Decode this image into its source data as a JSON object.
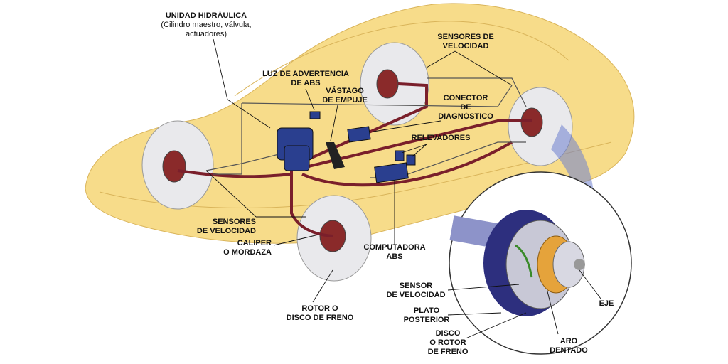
{
  "colors": {
    "body": "#f7dc8a",
    "body_edge": "#d9b45a",
    "brake_line": "#7a1f2b",
    "wire": "#555555",
    "tire": "#e9e9ec",
    "rotor": "#8a2a2a",
    "component": "#2a3f8f",
    "hub": "#3a3f9e",
    "ring": "#e5a33b",
    "label": "#111111"
  },
  "labels": {
    "hydraulic_unit_title": "UNIDAD HIDRÁULICA",
    "hydraulic_unit_detail": "(Cilindro maestro, válvula,\nactuadores)",
    "abs_warning_light": "LUZ DE ADVERTENCIA\nDE ABS",
    "push_rod": "VÁSTAGO\nDE EMPUJE",
    "speed_sensors_rear": "SENSORES DE\nVELOCIDAD",
    "diagnostic_connector": "CONECTOR\nDE\nDIAGNÓSTICO",
    "relays": "RELEVADORES",
    "speed_sensors_front": "SENSORES\nDE VELOCIDAD",
    "caliper": "CALIPER\nO MORDAZA",
    "abs_computer": "COMPUTADORA\nABS",
    "rotor_brake_disc": "ROTOR O\nDISCO DE FRENO",
    "speed_sensor": "SENSOR\nDE VELOCIDAD",
    "backing_plate": "PLATO\nPOSTERIOR",
    "disc_rotor": "DISCO\nO ROTOR\nDE FRENO",
    "axle": "EJE",
    "toothed_ring": "ARO\nDENTADO"
  }
}
